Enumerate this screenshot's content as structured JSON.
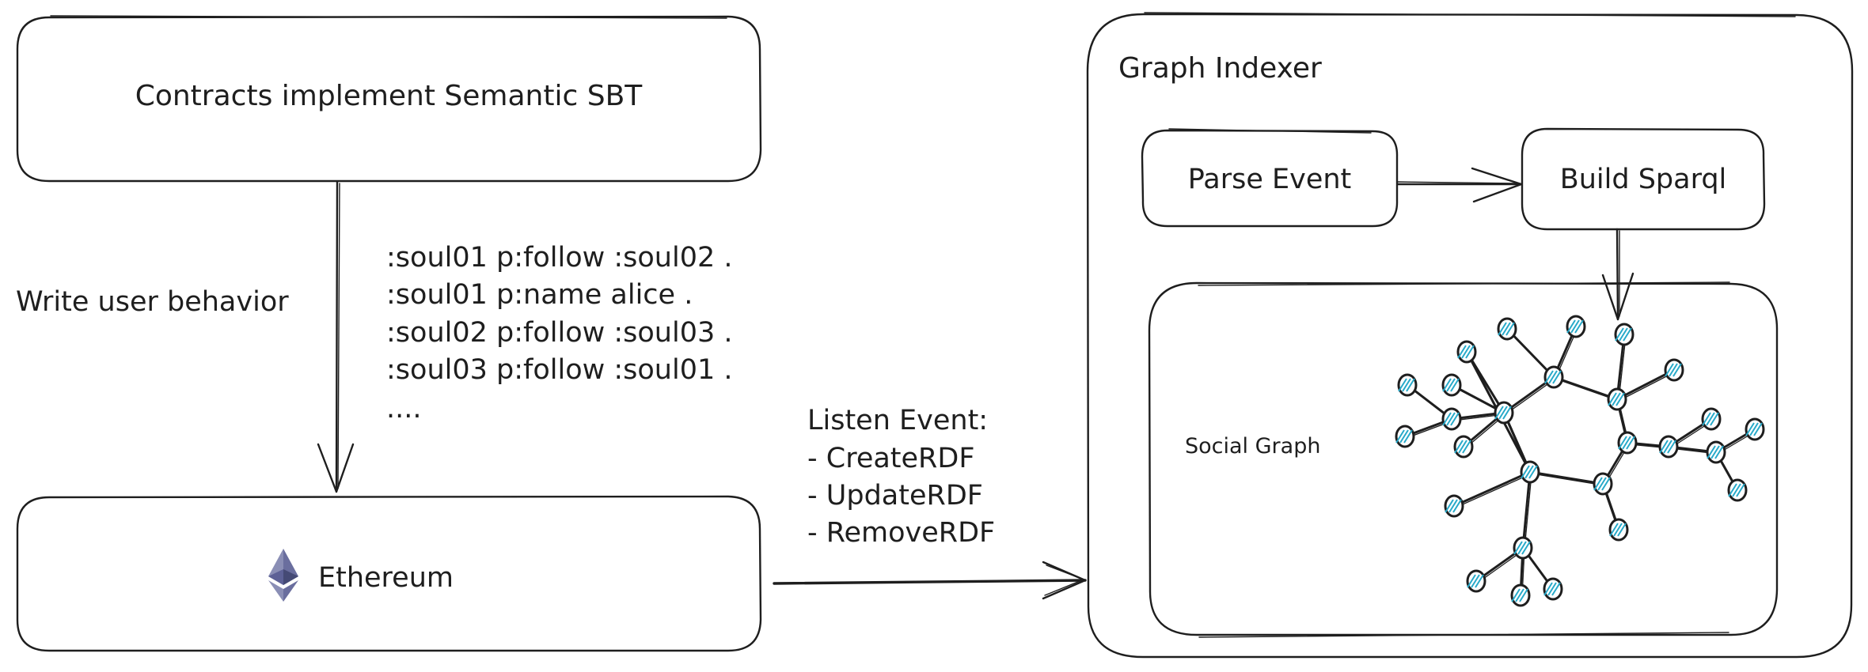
{
  "diagram": {
    "contracts_box": {
      "label": "Contracts implement Semantic SBT"
    },
    "write_arrow": {
      "label": "Write user behavior"
    },
    "rdf_triples": {
      "lines": [
        ":soul01 p:follow :soul02 .",
        ":soul01 p:name alice .",
        ":soul02 p:follow :soul03 .",
        ":soul03 p:follow :soul01 .",
        "...."
      ]
    },
    "ethereum_box": {
      "label": "Ethereum",
      "icon": "ethereum-icon",
      "icon_colors": [
        "#8a8eb5",
        "#6a6e9e",
        "#454a75"
      ]
    },
    "listen_events": {
      "title": "Listen Event:",
      "items": [
        "- CreateRDF",
        "- UpdateRDF",
        "- RemoveRDF"
      ]
    },
    "graph_indexer": {
      "title": "Graph Indexer",
      "parse_event": {
        "label": "Parse Event"
      },
      "build_sparql": {
        "label": "Build Sparql"
      },
      "social_graph": {
        "label": "Social Graph",
        "node_color": "#27a9c9"
      }
    }
  }
}
